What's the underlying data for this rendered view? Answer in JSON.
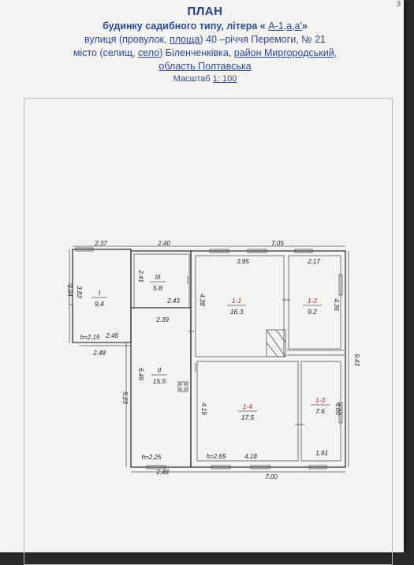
{
  "page_number": "3",
  "header": {
    "title": "ПЛАН",
    "line1_prefix": "будинку садибного типу, літера «",
    "line1_litera": "А-1,а,а'",
    "line1_suffix": "»",
    "line2_prefix": "вулиця (провулок,",
    "line2_ploshcha": "площа",
    "line2_suffix": ") 40 –річчя  Перемоги, № 21",
    "line3_prefix": "місто (селищ,",
    "line3_selo": "село",
    "line3_name": ") Біленченківка",
    "line3_raion": "район  Миргородський,",
    "line4_oblast": "область Полтавська",
    "scale_label": "Масштаб",
    "scale_value": "1: 100"
  },
  "rooms": [
    {
      "id": "I",
      "area": "9.4"
    },
    {
      "id": "III",
      "area": "5.8"
    },
    {
      "id": "II",
      "area": "15.5"
    },
    {
      "id": "1-1",
      "area": "16.3"
    },
    {
      "id": "1-2",
      "area": "9.2"
    },
    {
      "id": "1-4",
      "area": "17.5"
    },
    {
      "id": "1-3",
      "area": "7.6"
    }
  ],
  "dimensions": {
    "top_left": "2.37",
    "top_mid": "2.40",
    "top_right": "7.05",
    "r11_top": "3.95",
    "r12_top": "2.17",
    "left_394": "3.94",
    "left_383": "3.83",
    "iii_241": "2.41",
    "iii_243": "2.43",
    "ii_239": "2.39",
    "r11_438": "4.38",
    "r12_436": "4.36",
    "right_943": "9.43",
    "h215": "h=2.15",
    "w246": "2.46",
    "w248": "2.48",
    "ii_649": "6.49",
    "left_523": "5.23",
    "r14_419": "4.19",
    "r13_400": "4.00",
    "h225": "h=2.25",
    "h265": "h=2.65",
    "r14_418": "4.18",
    "r13_191": "1.91",
    "bottom_248": "2.48",
    "bottom_700": "7.00"
  }
}
